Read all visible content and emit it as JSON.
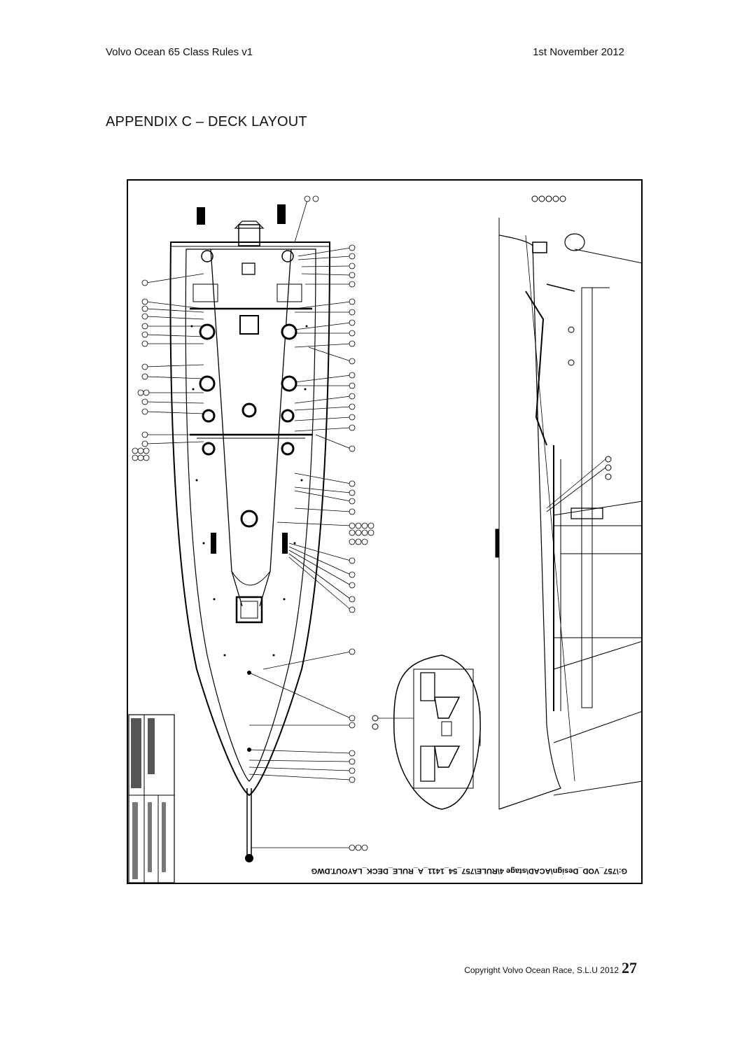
{
  "header": {
    "left": "Volvo Ocean 65 Class Rules v1",
    "right": "1st November 2012"
  },
  "title": "APPENDIX C – DECK LAYOUT",
  "drawing": {
    "path_label": "G:\\757_VOD_Design\\ACAD\\stage 4\\RULE\\757_54_1411_A_RULE_DECK_LAYOUT.DWG"
  },
  "footer": {
    "copyright": "Copyright Volvo Ocean Race, S.L.U 2012",
    "page_number": "27"
  }
}
